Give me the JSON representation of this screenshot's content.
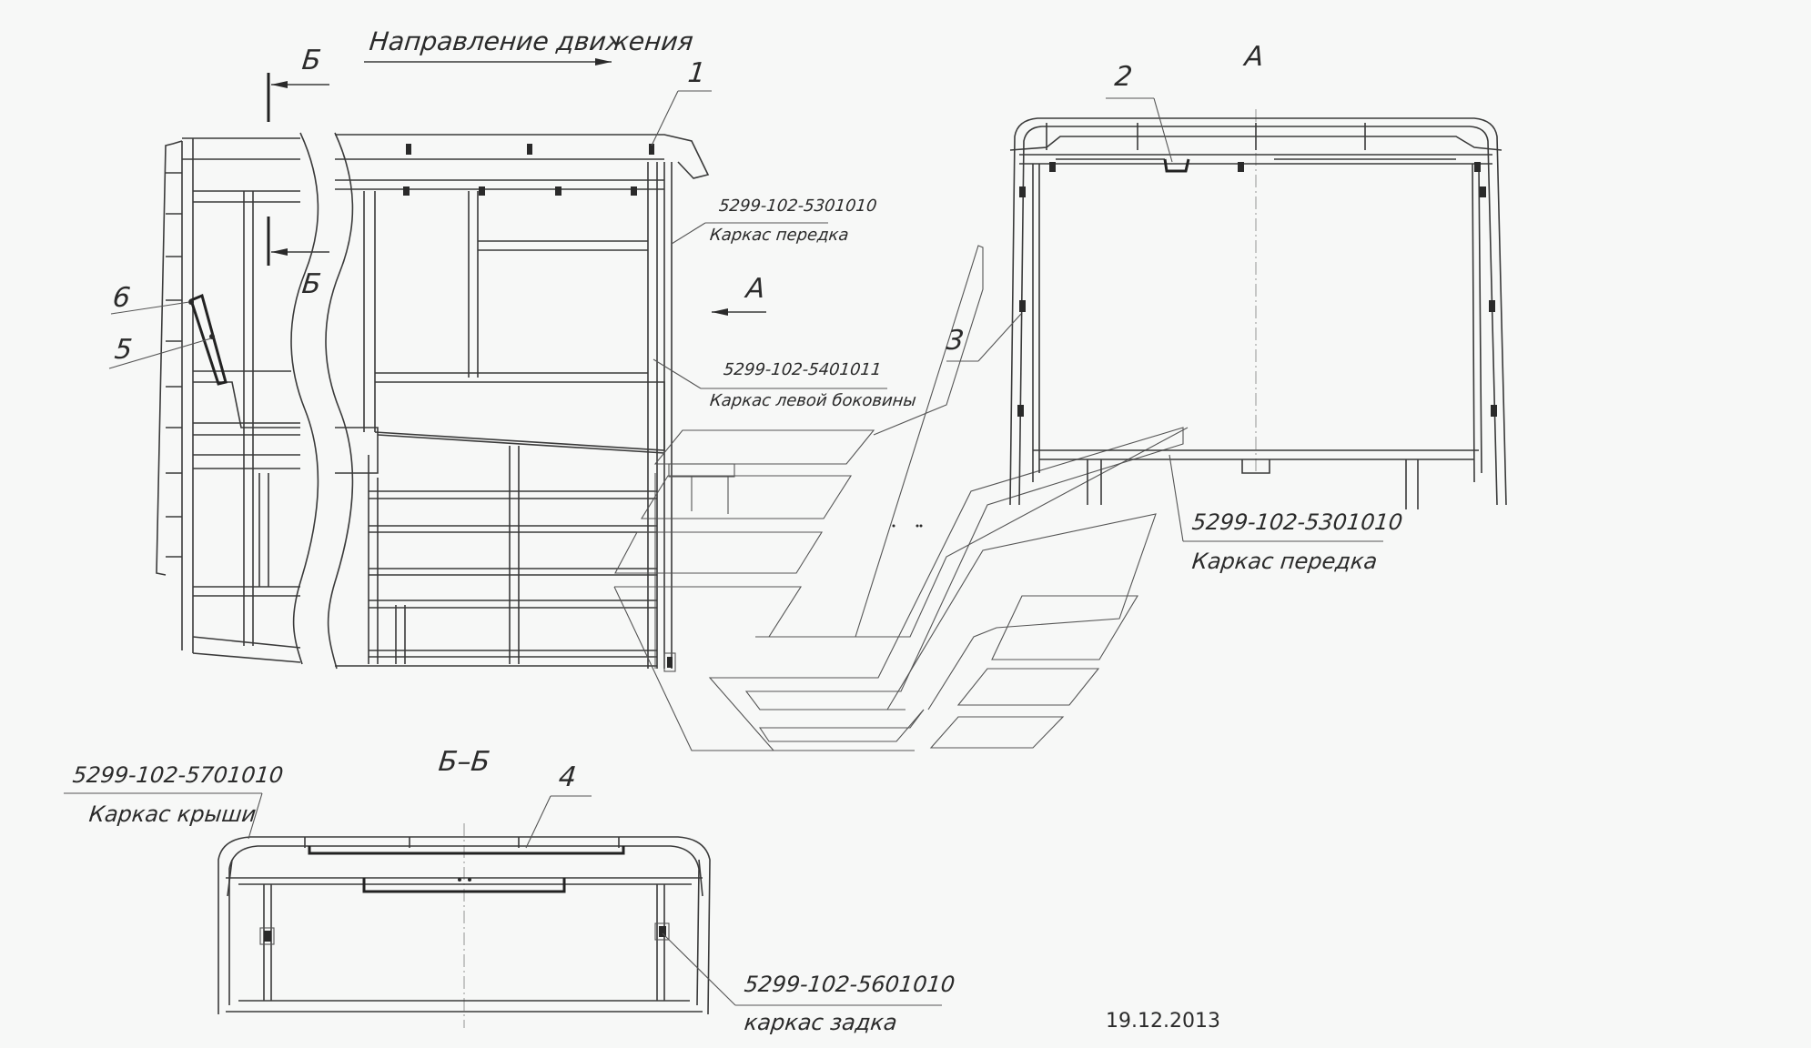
{
  "direction_label": "Направление движения",
  "section_marks": {
    "b_top": "Б",
    "b_bottom": "Б",
    "view_a_arrow": "А",
    "view_a_title": "А",
    "section_bb_title": "Б–Б"
  },
  "callouts": {
    "c1": "1",
    "c2": "2",
    "c3": "3",
    "c4": "4",
    "c5": "5",
    "c6": "6"
  },
  "parts": {
    "front_frame_small": {
      "code": "5299-102-5301010",
      "name": "Каркас передка"
    },
    "left_side_frame": {
      "code": "5299-102-5401011",
      "name": "Каркас левой боковины"
    },
    "front_frame_large": {
      "code": "5299-102-5301010",
      "name": "Каркас передка"
    },
    "roof_frame": {
      "code": "5299-102-5701010",
      "name": "Каркас крыши"
    },
    "rear_frame": {
      "code": "5299-102-5601010",
      "name": "каркас задка"
    }
  },
  "date": "19.12.2013"
}
